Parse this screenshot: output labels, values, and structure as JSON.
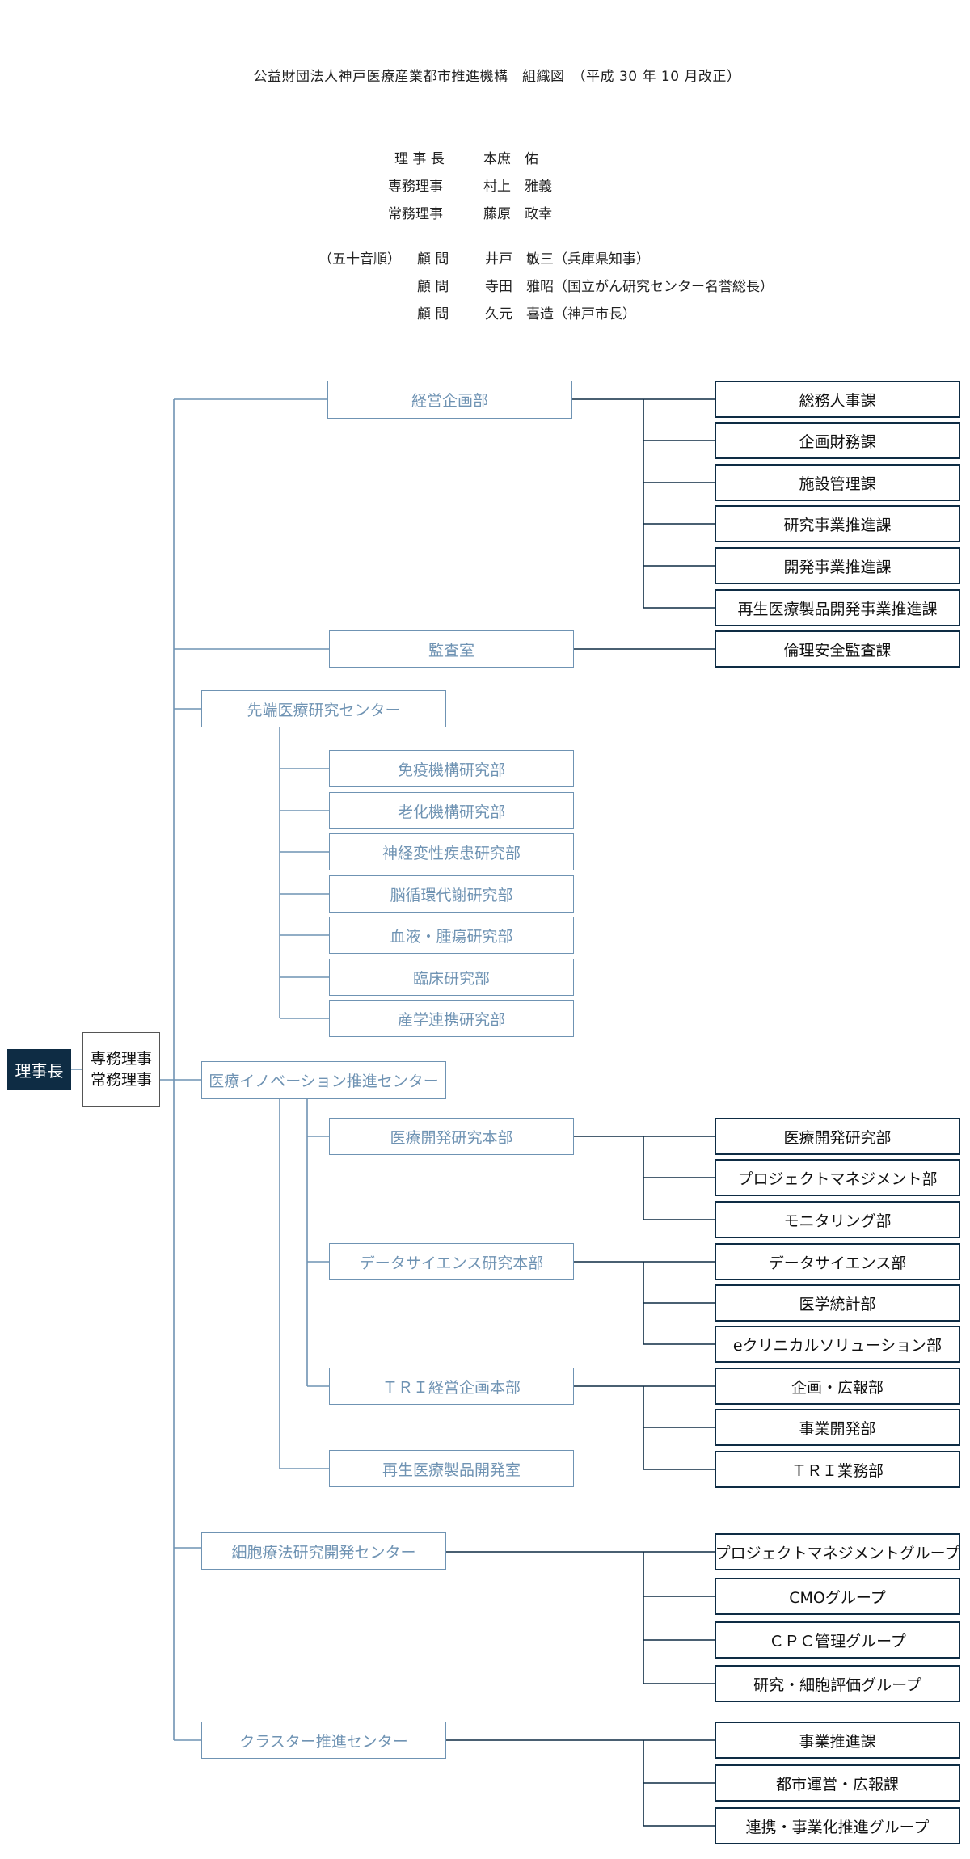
{
  "title": "公益財団法人神戸医療産業都市推進機構　組織図　（平成 30 年 10 月改正）",
  "officers": [
    {
      "role": "理 事 長",
      "name": "本庶　佑"
    },
    {
      "role": "専務理事",
      "name": "村上　雅義"
    },
    {
      "role": "常務理事",
      "name": "藤原　政幸"
    }
  ],
  "advisors_prefix": "（五十音順）",
  "advisors": [
    {
      "role": "顧 問",
      "name": "井戸　敏三（兵庫県知事）"
    },
    {
      "role": "顧 問",
      "name": "寺田　雅昭（国立がん研究センター名誉総長）"
    },
    {
      "role": "顧 問",
      "name": "久元　喜造（神戸市長）"
    }
  ],
  "chart": {
    "chairman": "理事長",
    "executive": [
      "専務理事",
      "常務理事"
    ],
    "departments": {
      "keiei": "経営企画部",
      "kansa": "監査室",
      "sentan": "先端医療研究センター",
      "innovation": "医療イノベーション推進センター",
      "saibou": "細胞療法研究開発センター",
      "cluster": "クラスター推進センター"
    },
    "keiei_sections": [
      "総務人事課",
      "企画財務課",
      "施設管理課",
      "研究事業推進課",
      "開発事業推進課",
      "再生医療製品開発事業推進課"
    ],
    "kansa_sections": [
      "倫理安全監査課"
    ],
    "sentan_units": [
      "免疫機構研究部",
      "老化機構研究部",
      "神経変性疾患研究部",
      "脳循環代謝研究部",
      "血液・腫瘍研究部",
      "臨床研究部",
      "産学連携研究部"
    ],
    "innovation_units": [
      "医療開発研究本部",
      "データサイエンス研究本部",
      "ＴＲＩ経営企画本部",
      "再生医療製品開発室"
    ],
    "iryo_kaihatsu_sections": [
      "医療開発研究部",
      "プロジェクトマネジメント部",
      "モニタリング部"
    ],
    "data_science_sections": [
      "データサイエンス部",
      "医学統計部",
      "eクリニカルソリューション部"
    ],
    "tri_sections": [
      "企画・広報部",
      "事業開発部",
      "ＴＲＩ業務部"
    ],
    "saibou_groups": [
      "プロジェクトマネジメントグループ",
      "CMOグループ",
      "ＣＰＣ管理グループ",
      "研究・細胞評価グループ"
    ],
    "cluster_sections": [
      "事業推進課",
      "都市運営・広報課",
      "連携・事業化推進グループ"
    ]
  },
  "colors": {
    "blue": "#6f93b3",
    "navy": "#0e2c44",
    "line": "#0e2c44"
  }
}
